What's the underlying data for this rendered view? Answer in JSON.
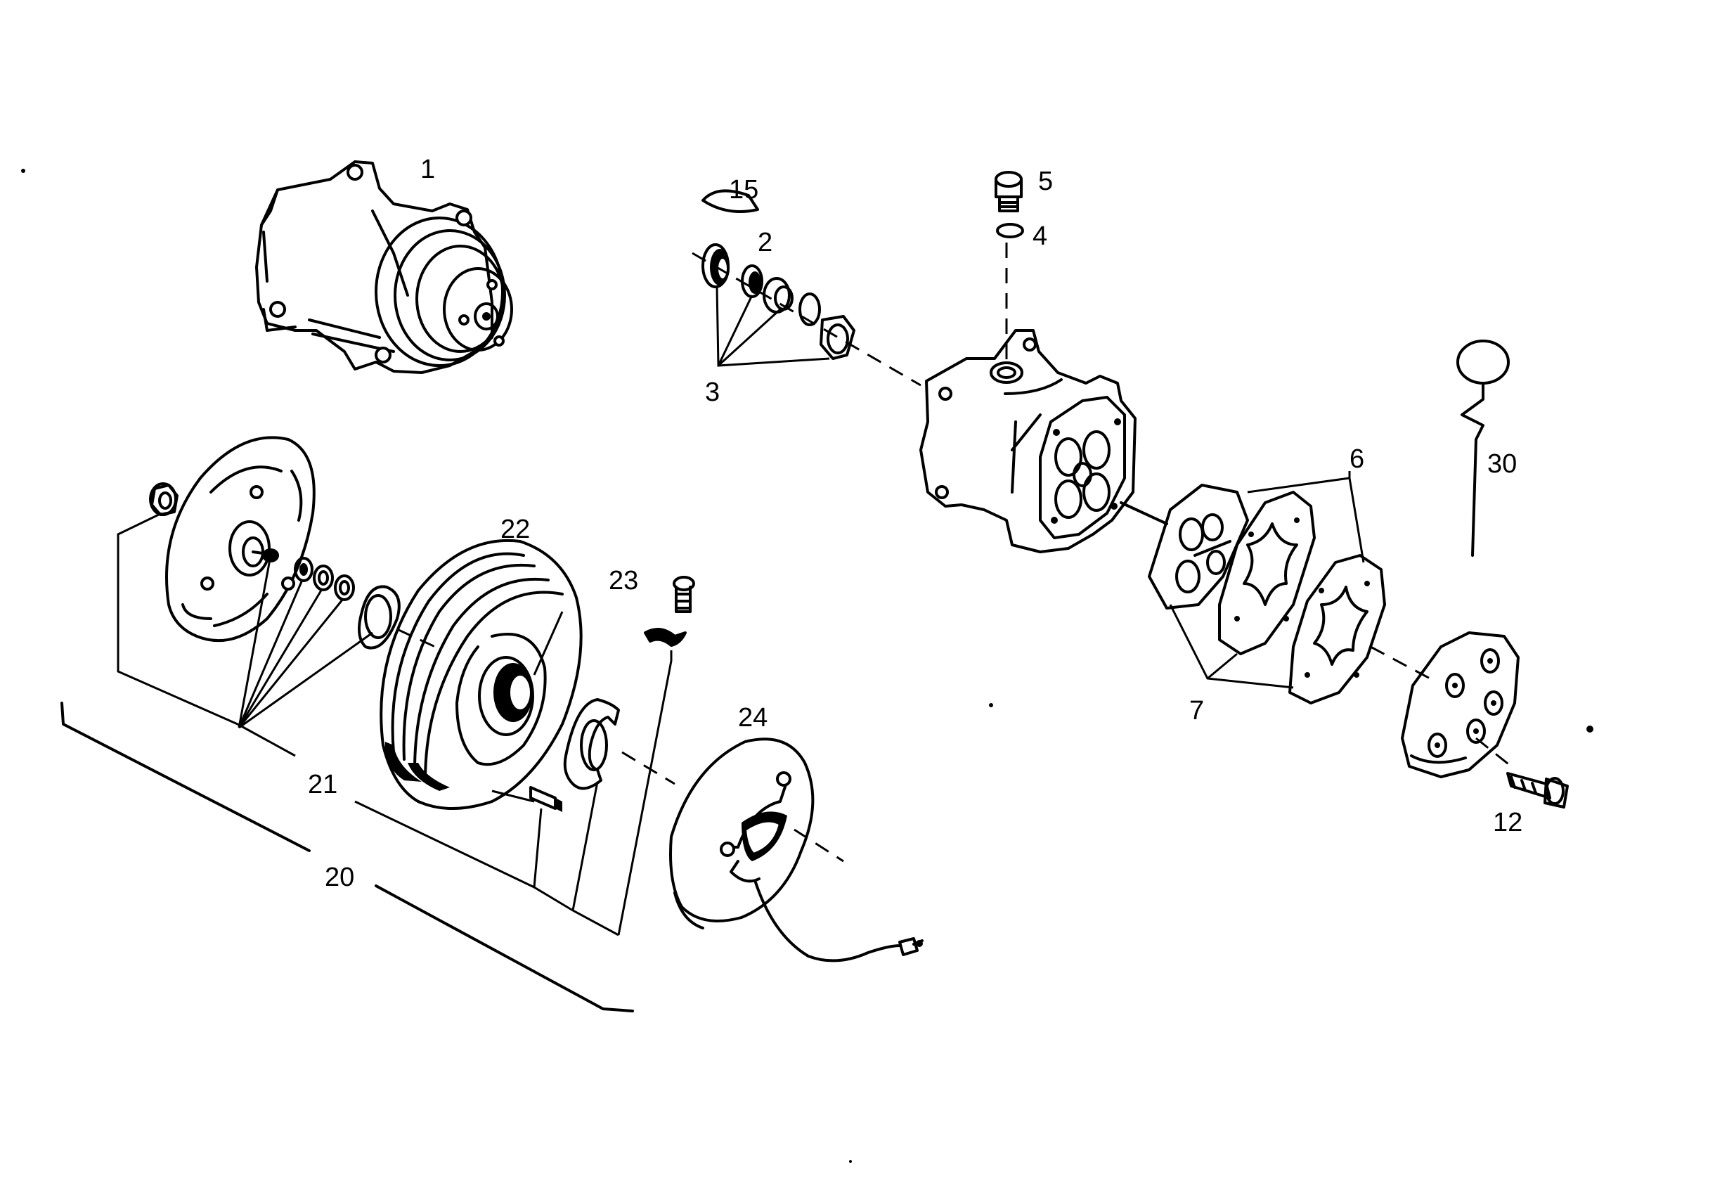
{
  "labels": {
    "p1": "1",
    "p2": "2",
    "p3": "3",
    "p4": "4",
    "p5": "5",
    "p6": "6",
    "p7": "7",
    "p12": "12",
    "p15": "15",
    "p20": "20",
    "p21": "21",
    "p22": "22",
    "p23": "23",
    "p24": "24",
    "p30": "30"
  },
  "colors": {
    "ink": "#000000",
    "paper": "#ffffff"
  }
}
